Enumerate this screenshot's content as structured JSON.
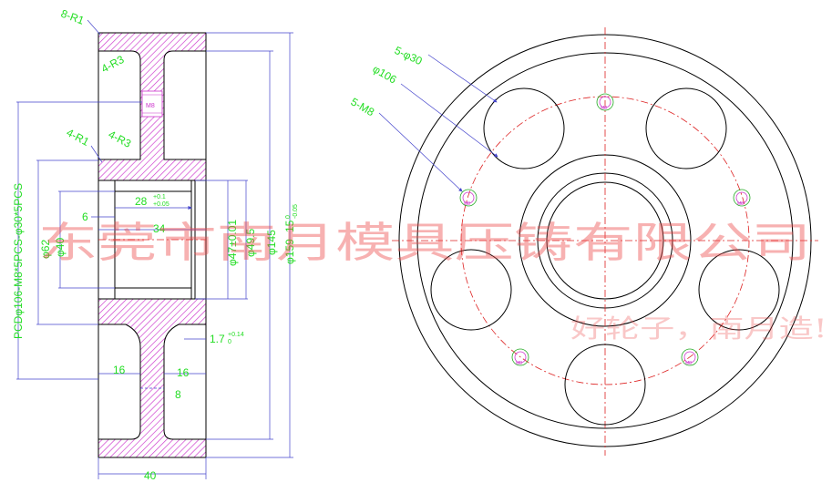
{
  "drawing": {
    "watermark_main": "东莞市南月模具压铸有限公司",
    "watermark_slogan": "好轮子，南月造!",
    "colors": {
      "outline": "#000000",
      "dimension_text": "#22dd22",
      "dimension_line": "#4444cc",
      "center_line": "#dd2222",
      "hatch": "#cc33cc"
    },
    "section_view": {
      "fillet_top": "8-R1",
      "fillet_web_upper": "4-R3",
      "fillet_web_lower": "4-R3",
      "fillet_hub": "4-R1",
      "thread_label": "M8",
      "pcd_spec": "PCDφ106-M8*5PCS-φ30*5PCS",
      "bore_length": "28",
      "bore_length_tol_upper": "+0.1",
      "bore_length_tol_lower": "+0.05",
      "hub_length": "34",
      "offset": "6",
      "dia_62": "φ62",
      "dia_40": "φ40",
      "dia_47": "φ47±0.01",
      "dia_49": "φ49.5",
      "dia_145": "φ145",
      "dia_159": "φ159",
      "dia_15": "15",
      "dia_15_tol_upper": "0",
      "dia_15_tol_lower": "-0.05",
      "groove": "1.7",
      "groove_tol_upper": "+0.14",
      "groove_tol_lower": "0",
      "web_left": "16",
      "web_right": "16",
      "web_center": "8",
      "width": "40"
    },
    "front_view": {
      "holes_label": "5-φ30",
      "pcd_label": "φ106",
      "threads_label": "5-M8",
      "thread_mark": "M8"
    }
  }
}
